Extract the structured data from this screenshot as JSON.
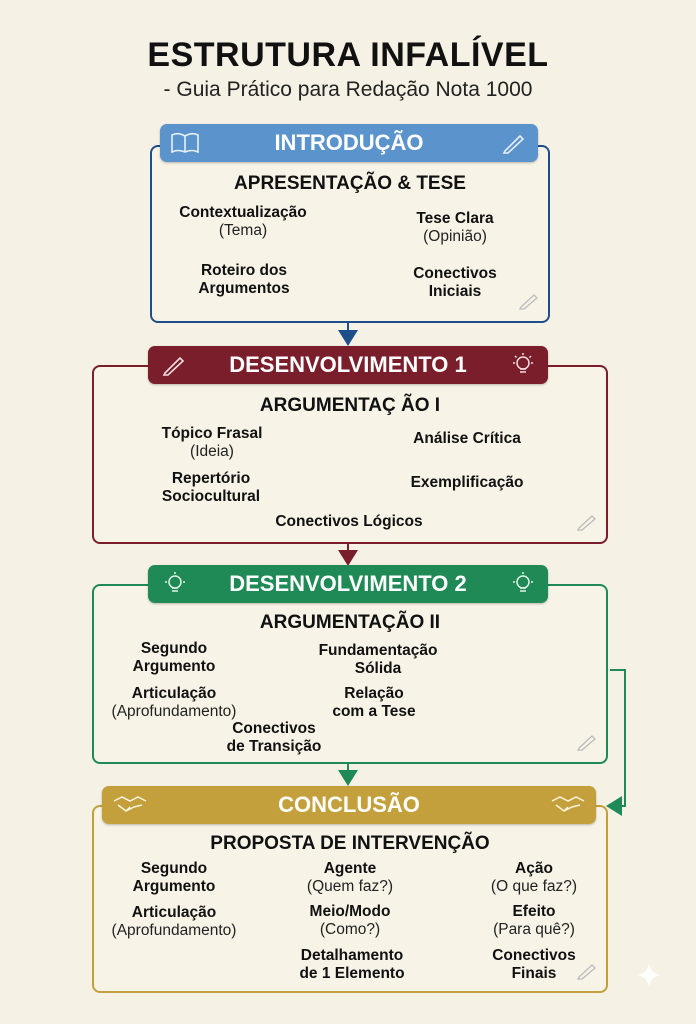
{
  "title": "ESTRUTURA INFALÍVEL",
  "subtitle": "- Guia Prático para Redação Nota 1000",
  "colors": {
    "intro": "#5b93cc",
    "dev1": "#7a1e2c",
    "dev2": "#1f8a55",
    "concl": "#c4a03c",
    "intro_line": "#1f4f8a",
    "dev1_line": "#7a1e2c",
    "dev2_line": "#1f8a55",
    "concl_line": "#b8962e"
  },
  "intro": {
    "header": "INTRODUÇÃO",
    "sub": "APRESENTAÇÃO & TESE",
    "left": [
      {
        "main": "Contextualização",
        "note": "(Tema)"
      },
      {
        "main": "Roteiro dos",
        "main2": "Argumentos"
      }
    ],
    "right": [
      {
        "main": "Tese Clara",
        "note": "(Opinião)"
      },
      {
        "main": "Conectivos",
        "main2": "Iniciais"
      }
    ]
  },
  "dev1": {
    "header": "DESENVOLVIMENTO 1",
    "sub": "ARGUMENTAÇ ÃO I",
    "left": [
      {
        "main": "Tópico Frasal",
        "note": "(Ideia)"
      },
      {
        "main": "Repertório",
        "main2": "Sociocultural"
      }
    ],
    "right": [
      {
        "main": "Análise Crítica"
      },
      {
        "main": "Exemplificação"
      }
    ],
    "bottom": "Conectivos Lógicos"
  },
  "dev2": {
    "header": "DESENVOLVIMENTO 2",
    "sub": "ARGUMENTAÇÃO II",
    "left": [
      {
        "main": "Segundo",
        "main2": "Argumento"
      },
      {
        "main": "Articulação",
        "note": "(Aprofundamento)"
      }
    ],
    "right": [
      {
        "main": "Fundamentação",
        "main2": "Sólida"
      },
      {
        "main": "Relação",
        "main2": "com a Tese"
      }
    ],
    "bottom": "Conectivos",
    "bottom2": "de Transição"
  },
  "concl": {
    "header": "CONCLUSÃO",
    "sub": "PROPOSTA DE INTERVENÇÃO",
    "left": [
      {
        "main": "Segundo",
        "main2": "Argumento"
      },
      {
        "main": "Articulação",
        "note": "(Aprofundamento)"
      }
    ],
    "mid": [
      {
        "main": "Agente",
        "note": "(Quem faz?)"
      },
      {
        "main": "Meio/Modo",
        "note": "(Como?)"
      },
      {
        "main": "Detalhamento",
        "main2": "de 1 Elemento"
      }
    ],
    "right": [
      {
        "main": "Ação",
        "note": "(O que faz?)"
      },
      {
        "main": "Efeito",
        "note": "(Para quê?)"
      },
      {
        "main": "Conectivos",
        "main2": "Finais"
      }
    ]
  }
}
